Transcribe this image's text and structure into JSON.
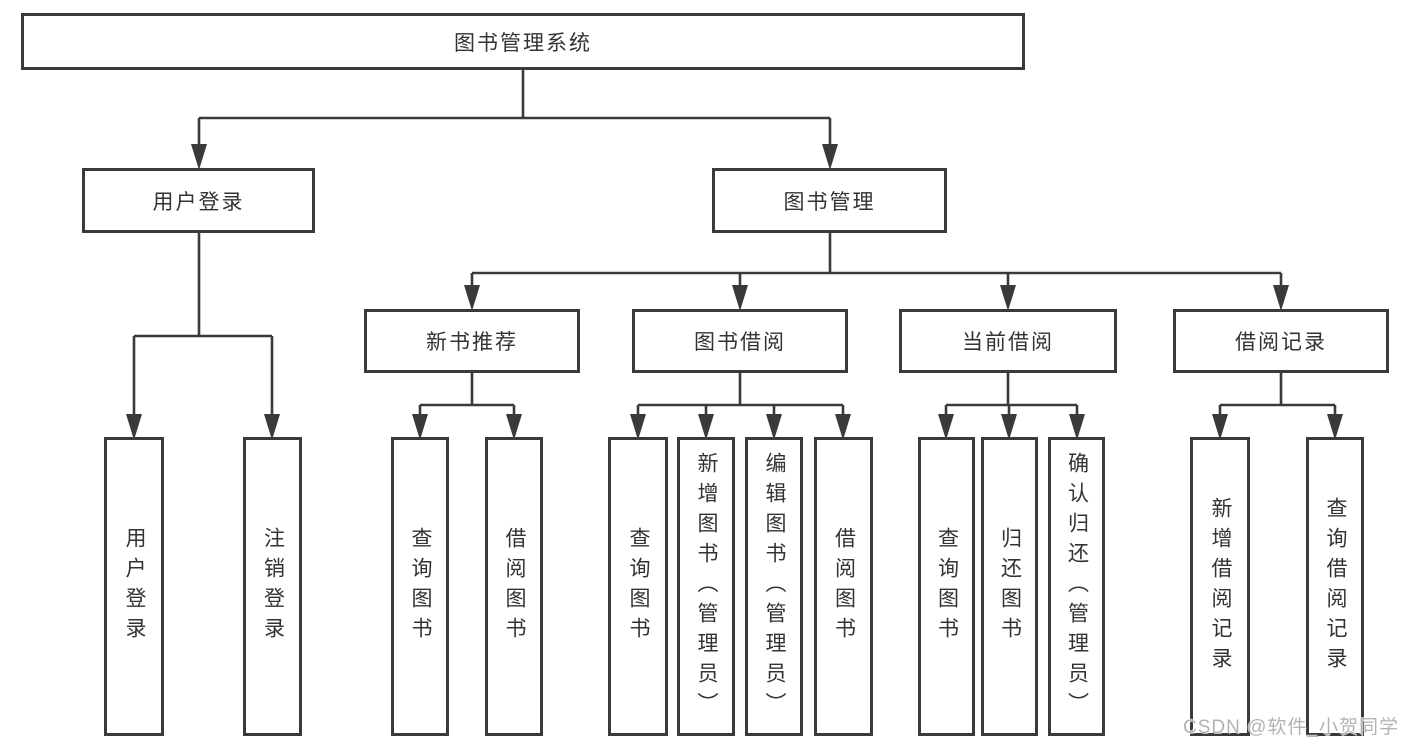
{
  "diagram": {
    "type": "hierarchy-tree",
    "root": {
      "label": "图书管理系统"
    },
    "branches": [
      {
        "label": "用户登录",
        "children": [
          {
            "label": "用户登录"
          },
          {
            "label": "注销登录"
          }
        ]
      },
      {
        "label": "图书管理",
        "children": [
          {
            "label": "新书推荐",
            "children": [
              {
                "label": "查询图书"
              },
              {
                "label": "借阅图书"
              }
            ]
          },
          {
            "label": "图书借阅",
            "children": [
              {
                "label": "查询图书"
              },
              {
                "label": "新增图书（管理员）"
              },
              {
                "label": "编辑图书（管理员）"
              },
              {
                "label": "借阅图书"
              }
            ]
          },
          {
            "label": "当前借阅",
            "children": [
              {
                "label": "查询图书"
              },
              {
                "label": "归还图书"
              },
              {
                "label": "确认归还（管理员）"
              }
            ]
          },
          {
            "label": "借阅记录",
            "children": [
              {
                "label": "新增借阅记录"
              },
              {
                "label": "查询借阅记录"
              }
            ]
          }
        ]
      }
    ]
  },
  "watermark": {
    "text": "CSDN @软件_小贺同学"
  },
  "colors": {
    "line": "#3a3a3a",
    "text": "#333333",
    "watermark": "#b3b3b3",
    "background": "#ffffff"
  }
}
